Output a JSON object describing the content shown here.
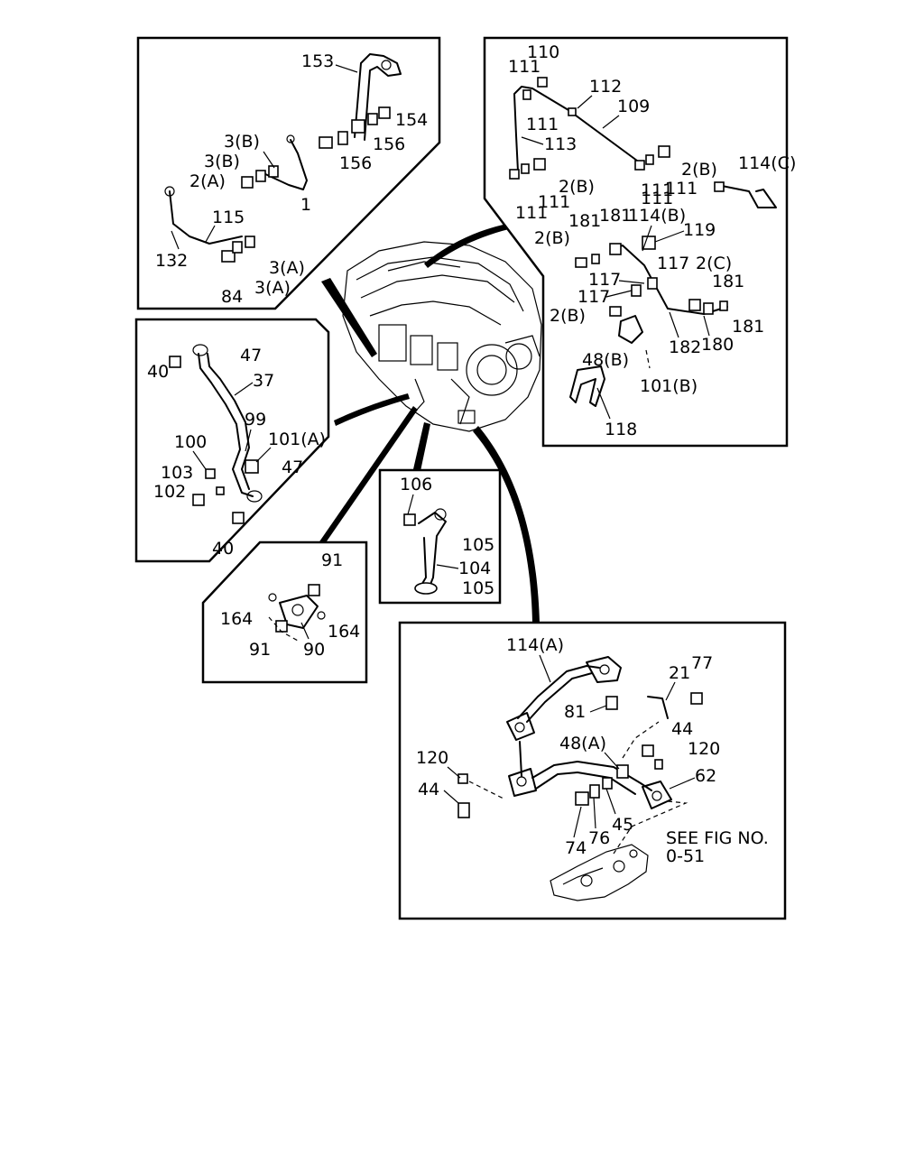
{
  "labels": {
    "l153": "153",
    "l154": "154",
    "l156a": "156",
    "l156b": "156",
    "l3b1": "3(B)",
    "l3b2": "3(B)",
    "l2a": "2(A)",
    "l1": "1",
    "l115": "115",
    "l132": "132",
    "l3a1": "3(A)",
    "l3a2": "3(A)",
    "l84": "84",
    "l110": "110",
    "l111a": "111",
    "l112": "112",
    "l109": "109",
    "l111b": "111",
    "l113": "113",
    "l2b1": "2(B)",
    "l114c": "114(C)",
    "l2b2": "2(B)",
    "l111c": "111",
    "l111d": "111",
    "l111e": "111",
    "l111f": "111",
    "l111g": "111",
    "l181a": "181",
    "l181b": "181",
    "l114b": "114(B)",
    "l119": "119",
    "l2b3": "2(B)",
    "l117a": "117",
    "l117b": "117",
    "l117c": "117",
    "l2c": "2(C)",
    "l181c": "181",
    "l181d": "181",
    "l2b4": "2(B)",
    "l182": "182",
    "l180": "180",
    "l48b": "48(B)",
    "l101b": "101(B)",
    "l118": "118",
    "l40a": "40",
    "l47a": "47",
    "l37": "37",
    "l99": "99",
    "l101a": "101(A)",
    "l100": "100",
    "l47b": "47",
    "l103": "103",
    "l102": "102",
    "l40b": "40",
    "l106": "106",
    "l105a": "105",
    "l104": "104",
    "l105b": "105",
    "l91a": "91",
    "l164a": "164",
    "l164b": "164",
    "l91b": "91",
    "l90": "90",
    "l114a": "114(A)",
    "l21": "21",
    "l77": "77",
    "l81": "81",
    "l44a": "44",
    "l48a": "48(A)",
    "l120a": "120",
    "l120b": "120",
    "l62": "62",
    "l44b": "44",
    "l45": "45",
    "l76": "76",
    "l74": "74",
    "see1": "SEE FIG NO.",
    "see2": "0-51"
  }
}
